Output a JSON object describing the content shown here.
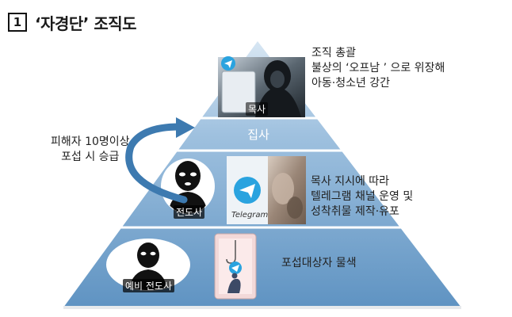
{
  "heading": {
    "number": "1",
    "title": "‘자경단’ 조직도"
  },
  "levels": {
    "top": {
      "label": "목사"
    },
    "second": {
      "label": "집사"
    },
    "third": {
      "label": "전도사",
      "telegram_word": "Telegram"
    },
    "bottom": {
      "label": "예비 전도사"
    }
  },
  "annotations": {
    "top": [
      "조직 총괄",
      "불상의 ‘오프남 ’ 으로 위장해",
      "아동·청소년 강간"
    ],
    "third": [
      "목사 지시에 따라",
      "텔레그램 채널 운영 및",
      "성착취물 제작·유포"
    ],
    "bottom": [
      "포섭대상자 물색"
    ],
    "promotion": [
      "피해자 10명이상",
      "포섭 시 승급"
    ]
  },
  "colors": {
    "pyramid_top": "#d7e6f3",
    "pyramid_bottom": "#5f93c2",
    "band_line": "#ffffff",
    "arrow": "#3d7ab0",
    "telegram": "#2aa3df"
  },
  "icons": [
    "telegram-icon",
    "masked-person-icon",
    "curved-arrow-icon"
  ]
}
